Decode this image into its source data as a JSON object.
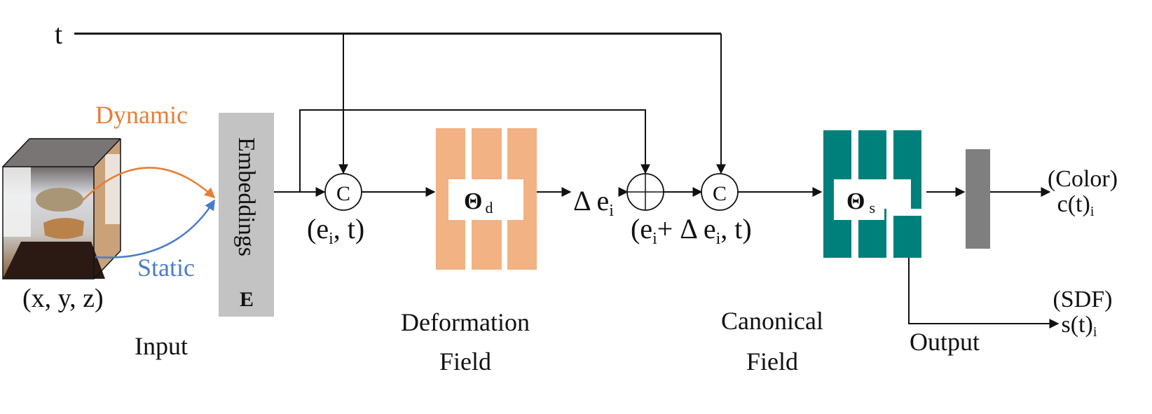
{
  "colors": {
    "deformation": "#f2b283",
    "canonical": "#00807a",
    "embedding": "#c3c3c3",
    "output_layer": "#7f7f7f",
    "dynamic": "#e67e35",
    "static": "#4a7cc9",
    "line": "#111111"
  },
  "time_input": "t",
  "input": {
    "dynamic_label": "Dynamic",
    "static_label": "Static",
    "coords": "(x, y, z)",
    "caption": "Input"
  },
  "embedding": {
    "label": "Embeddings",
    "symbol": "E"
  },
  "concat1": {
    "symbol": "C",
    "label_pre": "(e",
    "label_sub": "i",
    "label_post": ", t)"
  },
  "deformation": {
    "theta": "Θ",
    "sub": "d",
    "caption_line1": "Deformation",
    "caption_line2": "Field"
  },
  "delta": {
    "text": "Δ e",
    "sub": "i"
  },
  "add": {
    "symbol": "+"
  },
  "concat2": {
    "symbol": "C",
    "label_a": "(e",
    "label_a_sub": "i",
    "label_b": "+ Δ e",
    "label_b_sub": "i",
    "label_c": ", t)"
  },
  "canonical": {
    "theta": "Θ",
    "sub": "s",
    "caption_line1": "Canonical",
    "caption_line2": "Field"
  },
  "output": {
    "caption": "Output",
    "color_label": "(Color)",
    "color_value": "c(t)",
    "color_sub": "i",
    "sdf_label": "(SDF)",
    "sdf_value": "s(t)",
    "sdf_sub": "i"
  }
}
